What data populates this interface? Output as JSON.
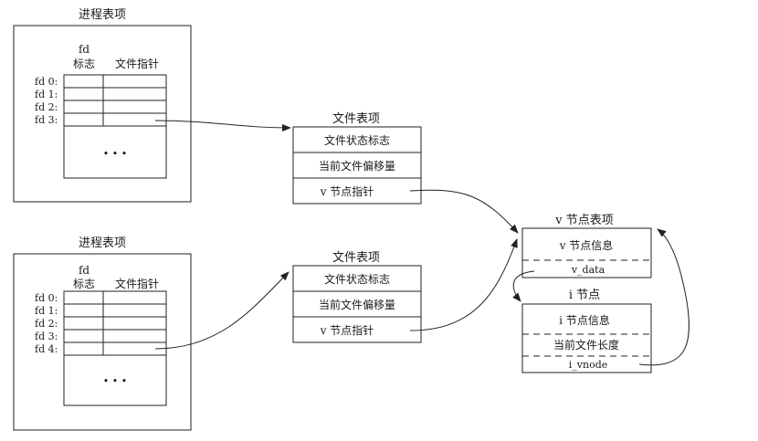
{
  "process_entry_1": {
    "title": "进程表项",
    "col_fd_flags": [
      "fd",
      "标志"
    ],
    "col_file_ptr": "文件指针",
    "rows": [
      "fd 0:",
      "fd 1:",
      "fd 2:",
      "fd 3:"
    ],
    "ellipsis": "• • •"
  },
  "process_entry_2": {
    "title": "进程表项",
    "col_fd_flags": [
      "fd",
      "标志"
    ],
    "col_file_ptr": "文件指针",
    "rows": [
      "fd 0:",
      "fd 1:",
      "fd 2:",
      "fd 3:",
      "fd 4:"
    ],
    "ellipsis": "• • •"
  },
  "file_table_1": {
    "title": "文件表项",
    "fields": [
      "文件状态标志",
      "当前文件偏移量",
      "v 节点指针"
    ]
  },
  "file_table_2": {
    "title": "文件表项",
    "fields": [
      "文件状态标志",
      "当前文件偏移量",
      "v 节点指针"
    ]
  },
  "vnode_entry": {
    "title": "v 节点表项",
    "fields": [
      "v 节点信息",
      "v_data"
    ]
  },
  "inode": {
    "title": "i 节点",
    "fields": [
      "i 节点信息",
      "当前文件长度",
      "i_vnode"
    ]
  }
}
